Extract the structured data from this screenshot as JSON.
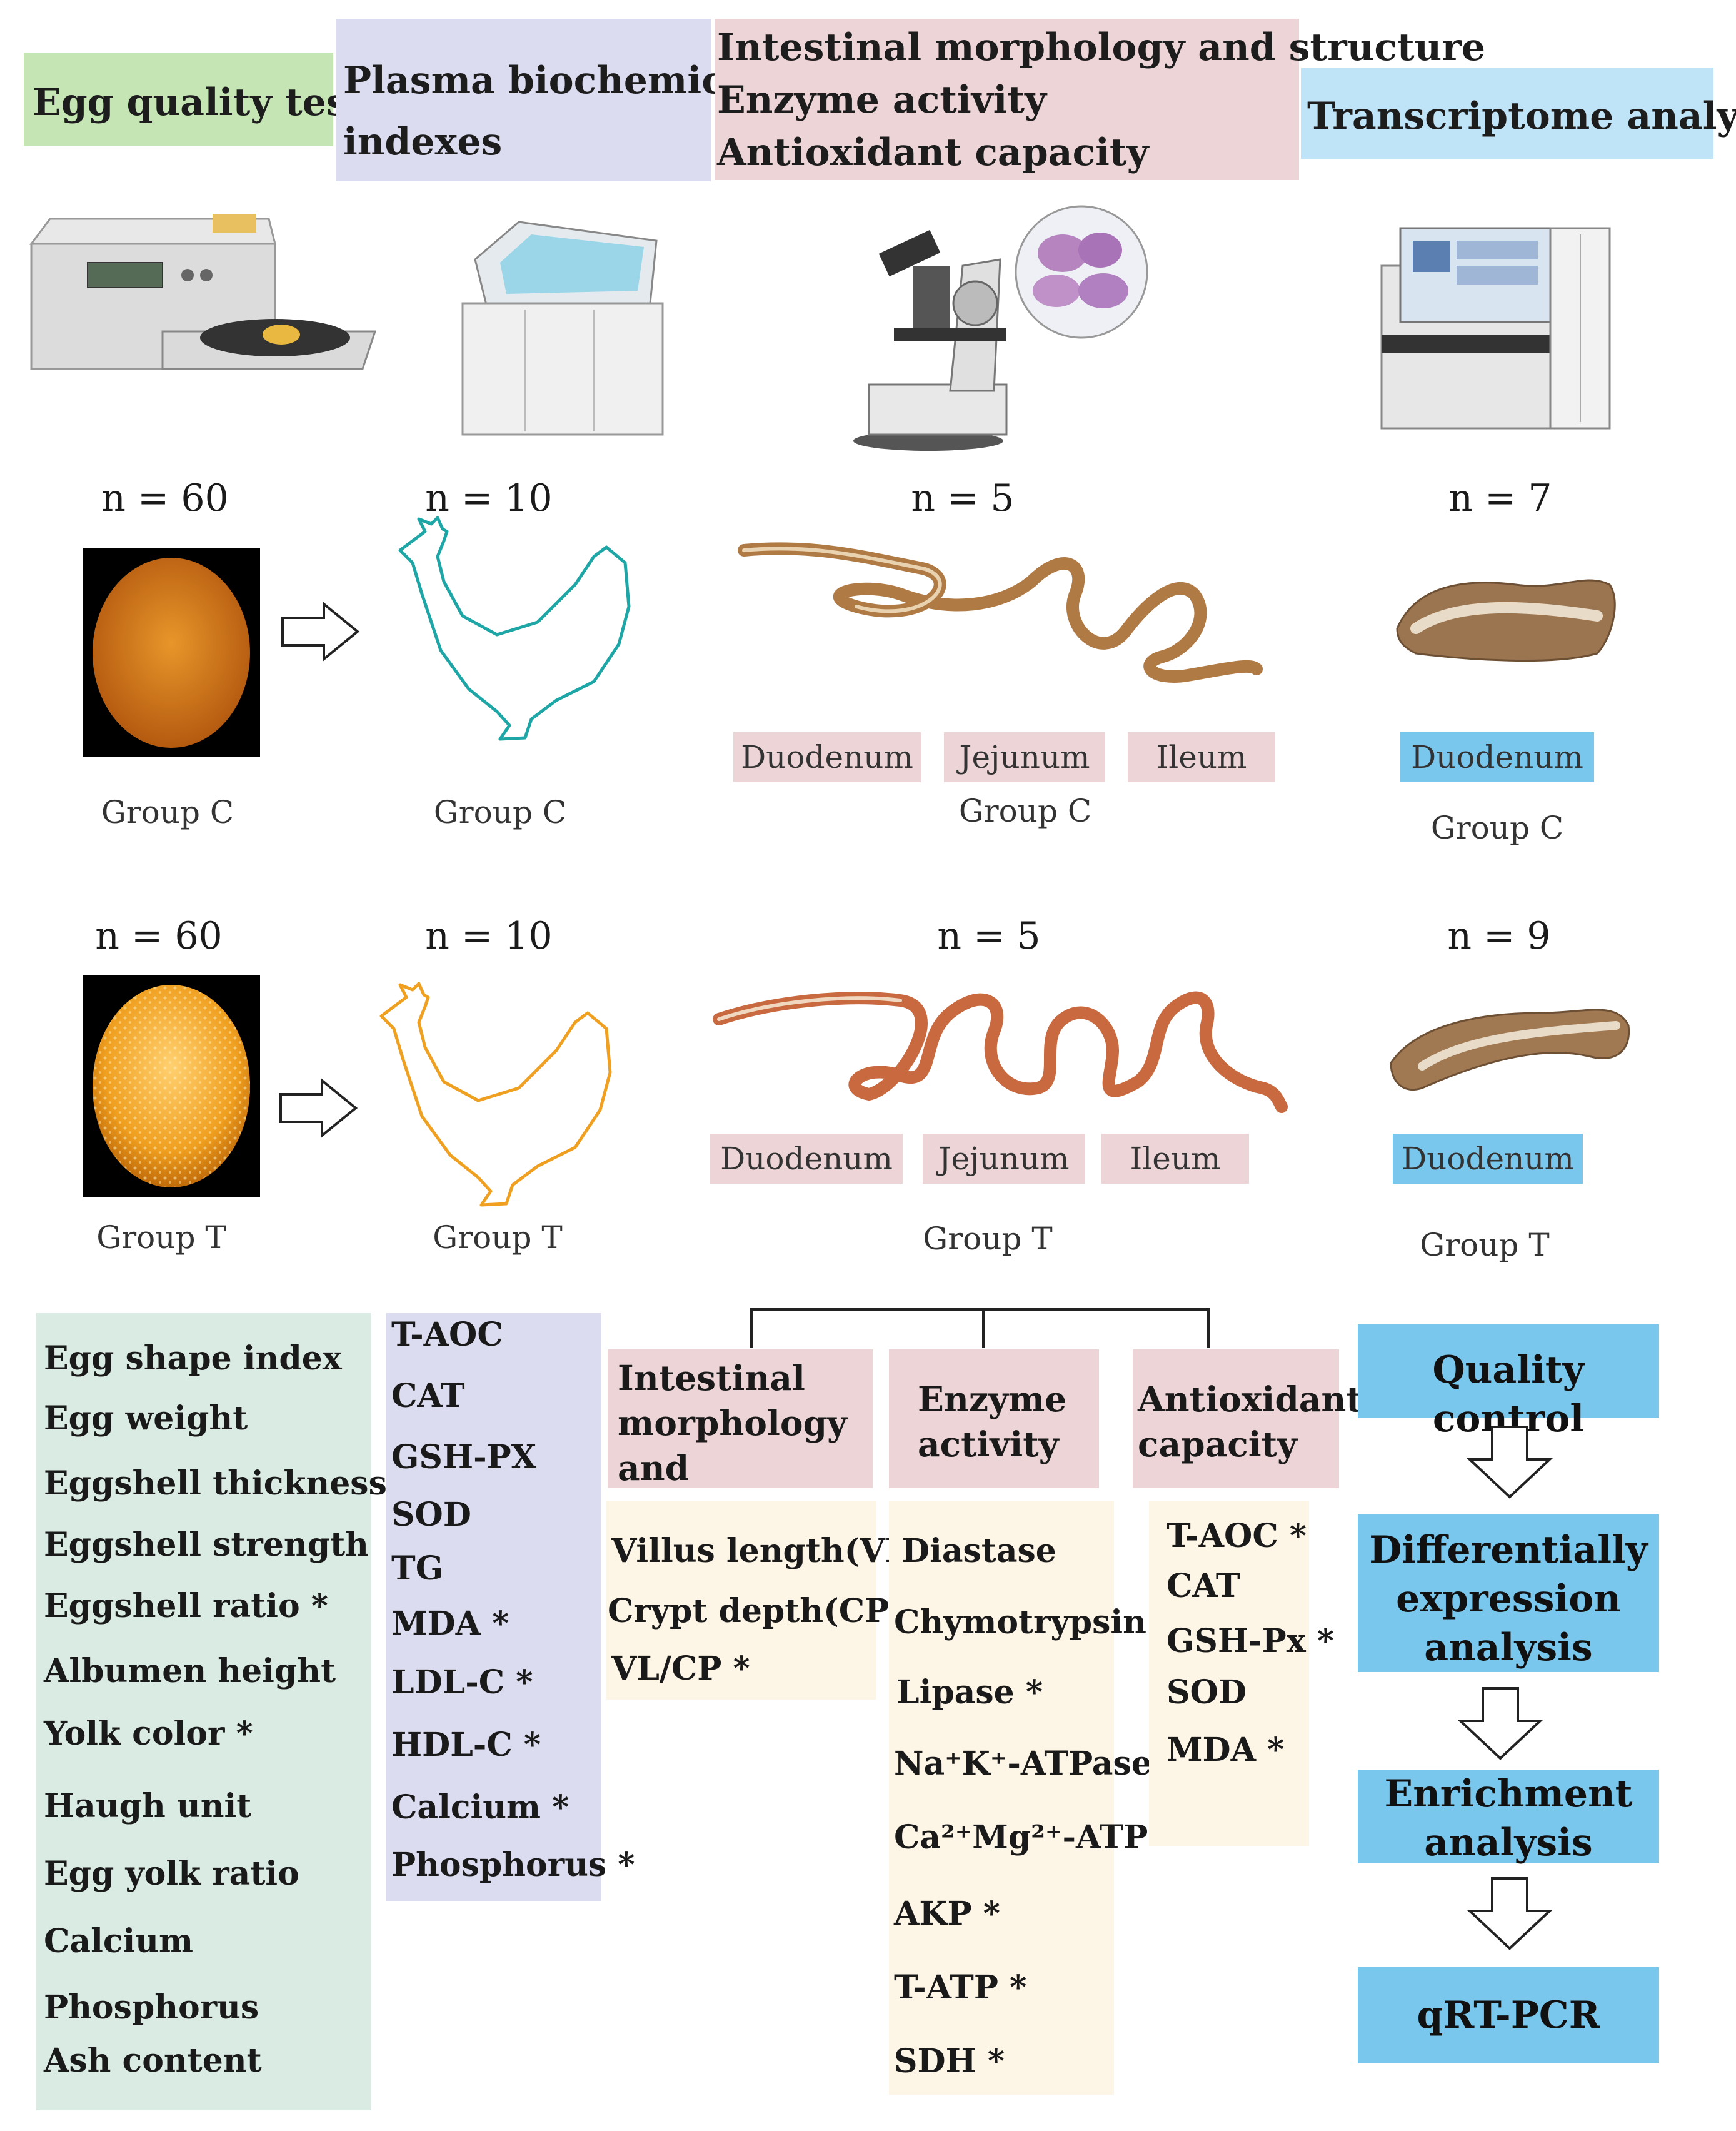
{
  "headers": {
    "egg_quality": "Egg quality test",
    "plasma_line1": "Plasma biochemical",
    "plasma_line2": "indexes",
    "intestinal_line1": "Intestinal morphology and structure",
    "intestinal_line2": "Enzyme activity",
    "intestinal_line3": "Antioxidant capacity",
    "transcriptome": "Transcriptome analysis"
  },
  "group_c": {
    "n_egg": "n = 60",
    "n_plasma": "n = 10",
    "n_intestine": "n = 5",
    "n_transcriptome": "n = 7",
    "label": "Group C",
    "segments": [
      "Duodenum",
      "Jejunum",
      "Ileum"
    ],
    "transcriptome_segment": "Duodenum"
  },
  "group_t": {
    "n_egg": "n = 60",
    "n_plasma": "n = 10",
    "n_intestine": "n = 5",
    "n_transcriptome": "n = 9",
    "label": "Group T",
    "segments": [
      "Duodenum",
      "Jejunum",
      "Ileum"
    ],
    "transcriptome_segment": "Duodenum"
  },
  "egg_indexes": [
    "Egg shape index",
    "Egg weight",
    "Eggshell thickness *",
    "Eggshell strength",
    "Eggshell ratio *",
    "Albumen height",
    "Yolk color *",
    "Haugh unit",
    "Egg yolk ratio",
    "Calcium",
    "Phosphorus",
    "Ash content"
  ],
  "plasma_indexes": [
    "T-AOC",
    "CAT",
    "GSH-PX",
    "SOD",
    "TG",
    "MDA *",
    "LDL-C *",
    "HDL-C *",
    "Calcium *",
    "Phosphorus *"
  ],
  "intestinal_boxes": {
    "morphology_title": [
      "Intestinal",
      "morphology",
      "and structure"
    ],
    "enzyme_title": [
      "Enzyme",
      "activity"
    ],
    "antioxidant_title": [
      "Antioxidant",
      "capacity"
    ]
  },
  "morphology_items": [
    "Villus length(VL)",
    "Crypt depth(CP)",
    "VL/CP *"
  ],
  "enzyme_items": [
    "Diastase",
    "Chymotrypsin",
    "Lipase *",
    "Na⁺K⁺-ATPase *",
    "Ca²⁺Mg²⁺-ATP",
    "AKP *",
    "T-ATP *",
    "SDH *"
  ],
  "antioxidant_items": [
    "T-AOC *",
    "CAT",
    "GSH-Px *",
    "SOD",
    "MDA *"
  ],
  "transcriptome_flow": [
    "Quality control",
    "Differentially expression analysis",
    "Enrichment analysis",
    "qRT-PCR"
  ],
  "colors": {
    "green": "#c5e5b5",
    "lavender": "#dcdcf0",
    "pink": "#edd4d6",
    "blue": "#7ac7ee",
    "mint": "#d9ebe3",
    "cream": "#fdf5e6",
    "teal_chicken": "#1ea6a6",
    "orange_chicken": "#f0a020"
  }
}
